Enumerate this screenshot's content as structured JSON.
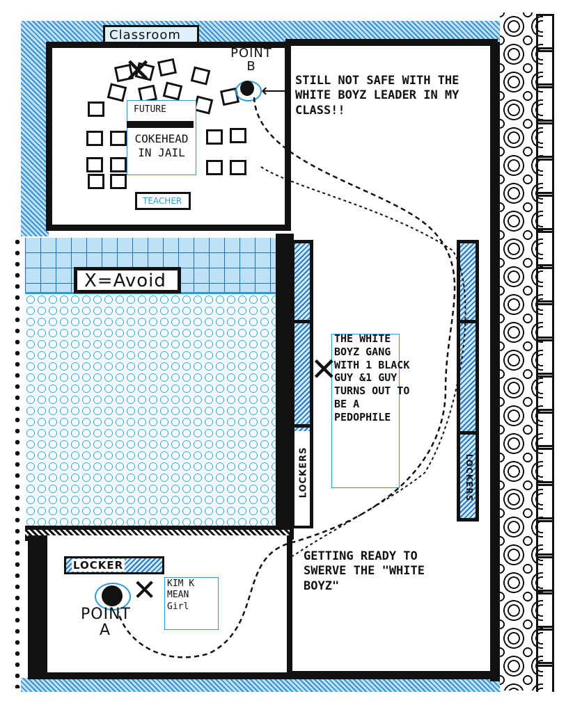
{
  "labels": {
    "classroom": "Classroom",
    "point_b": "POINT B",
    "point_a": "POINT A",
    "teacher": "TEACHER",
    "future": "FUTURE",
    "cokehead": "COKEHEAD IN JAIL",
    "avoid": "X=Avoid",
    "locker_top": "LOCKER",
    "lockers_mid": "LOCKERS",
    "lockers_right": "LOCKERS"
  },
  "notes": {
    "still_not_safe": "STILL NOT SAFE WITH THE WHITE BOYZ LEADER IN MY CLASS!!",
    "gang": "THE WHITE BOYZ GANG WITH 1 BLACK GUY &1 GUY TURNS OUT TO BE A PEDOPHILE",
    "getting_ready": "GETTING READY TO SWERVE THE \"WHITE BOYZ\"",
    "kim": "KIM K MEAN Girl"
  },
  "colors": {
    "ink": "#111111",
    "blue": "#2d9ad6",
    "hatch_blue": "#3a8fd0"
  },
  "icons": [
    "x-mark-icon",
    "eye-icon",
    "arrow-icon",
    "flower-icon"
  ]
}
